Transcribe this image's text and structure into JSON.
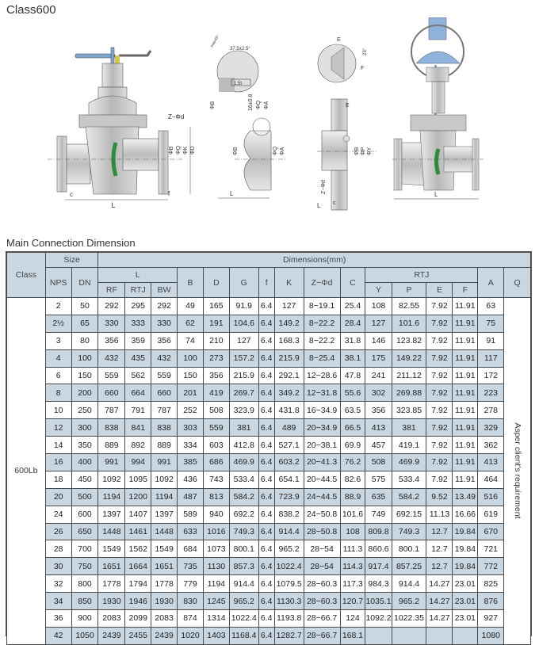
{
  "page": {
    "title": "Class600",
    "section_title": "Main Connection Dimension"
  },
  "drawing": {
    "labels": {
      "zphid": "Z−Φd",
      "L": "L",
      "c": "c",
      "f": "f",
      "phiB": "ΦB",
      "phiQ": "ΦQ",
      "phiK": "ΦK",
      "phiD": "ΦD",
      "phiA": "ΦA",
      "angle1": "37.5±2.5°",
      "angle2": "max45°",
      "tol": "16±0.8",
      "sizeBox": "1.5t",
      "E": "E",
      "F": "F",
      "angle3": "23°",
      "phiP": "ΦP",
      "phiY": "ΦY"
    }
  },
  "table": {
    "header": {
      "class": "Class",
      "size": "Size",
      "dimensions": "Dimensions(mm)",
      "nps": "NPS",
      "dn": "DN",
      "L": "L",
      "rf": "RF",
      "rtj_l": "RTJ",
      "bw": "BW",
      "B": "B",
      "D": "D",
      "G": "G",
      "f": "f",
      "K": "K",
      "zphid": "Z−Φd",
      "C": "C",
      "rtj": "RTJ",
      "Y": "Y",
      "P": "P",
      "E": "E",
      "F": "F",
      "A": "A",
      "Q": "Q"
    },
    "class_value": "600Lb",
    "q_value": "Asper client's requirement",
    "columns": [
      "NPS",
      "DN",
      "RF",
      "RTJ",
      "BW",
      "B",
      "D",
      "G",
      "f",
      "K",
      "Z-Φd",
      "C",
      "Y",
      "P",
      "E",
      "F",
      "A"
    ],
    "rows": [
      [
        "2",
        "50",
        "292",
        "295",
        "292",
        "49",
        "165",
        "91.9",
        "6.4",
        "127",
        "8−19.1",
        "25.4",
        "108",
        "82.55",
        "7.92",
        "11.91",
        "63"
      ],
      [
        "2½",
        "65",
        "330",
        "333",
        "330",
        "62",
        "191",
        "104.6",
        "6.4",
        "149.2",
        "8−22.2",
        "28.4",
        "127",
        "101.6",
        "7.92",
        "11.91",
        "75"
      ],
      [
        "3",
        "80",
        "356",
        "359",
        "356",
        "74",
        "210",
        "127",
        "6.4",
        "168.3",
        "8−22.2",
        "31.8",
        "146",
        "123.82",
        "7.92",
        "11.91",
        "91"
      ],
      [
        "4",
        "100",
        "432",
        "435",
        "432",
        "100",
        "273",
        "157.2",
        "6.4",
        "215.9",
        "8−25.4",
        "38.1",
        "175",
        "149.22",
        "7.92",
        "11.91",
        "117"
      ],
      [
        "6",
        "150",
        "559",
        "562",
        "559",
        "150",
        "356",
        "215.9",
        "6.4",
        "292.1",
        "12−28.6",
        "47.8",
        "241",
        "211.12",
        "7.92",
        "11.91",
        "172"
      ],
      [
        "8",
        "200",
        "660",
        "664",
        "660",
        "201",
        "419",
        "269.7",
        "6.4",
        "349.2",
        "12−31.8",
        "55.6",
        "302",
        "269.88",
        "7.92",
        "11.91",
        "223"
      ],
      [
        "10",
        "250",
        "787",
        "791",
        "787",
        "252",
        "508",
        "323.9",
        "6.4",
        "431.8",
        "16−34.9",
        "63.5",
        "356",
        "323.85",
        "7.92",
        "11.91",
        "278"
      ],
      [
        "12",
        "300",
        "838",
        "841",
        "838",
        "303",
        "559",
        "381",
        "6.4",
        "489",
        "20−34.9",
        "66.5",
        "413",
        "381",
        "7.92",
        "11.91",
        "329"
      ],
      [
        "14",
        "350",
        "889",
        "892",
        "889",
        "334",
        "603",
        "412.8",
        "6.4",
        "527.1",
        "20−38.1",
        "69.9",
        "457",
        "419.1",
        "7.92",
        "11.91",
        "362"
      ],
      [
        "16",
        "400",
        "991",
        "994",
        "991",
        "385",
        "686",
        "469.9",
        "6.4",
        "603.2",
        "20−41.3",
        "76.2",
        "508",
        "469.9",
        "7.92",
        "11.91",
        "413"
      ],
      [
        "18",
        "450",
        "1092",
        "1095",
        "1092",
        "436",
        "743",
        "533.4",
        "6.4",
        "654.1",
        "20−44.5",
        "82.6",
        "575",
        "533.4",
        "7.92",
        "11.91",
        "464"
      ],
      [
        "20",
        "500",
        "1194",
        "1200",
        "1194",
        "487",
        "813",
        "584.2",
        "6.4",
        "723.9",
        "24−44.5",
        "88.9",
        "635",
        "584.2",
        "9.52",
        "13.49",
        "516"
      ],
      [
        "24",
        "600",
        "1397",
        "1407",
        "1397",
        "589",
        "940",
        "692.2",
        "6.4",
        "838.2",
        "24−50.8",
        "101.6",
        "749",
        "692.15",
        "11.13",
        "16.66",
        "619"
      ],
      [
        "26",
        "650",
        "1448",
        "1461",
        "1448",
        "633",
        "1016",
        "749.3",
        "6.4",
        "914.4",
        "28−50.8",
        "108",
        "809.8",
        "749.3",
        "12.7",
        "19.84",
        "670"
      ],
      [
        "28",
        "700",
        "1549",
        "1562",
        "1549",
        "684",
        "1073",
        "800.1",
        "6.4",
        "965.2",
        "28−54",
        "111.3",
        "860.6",
        "800.1",
        "12.7",
        "19.84",
        "721"
      ],
      [
        "30",
        "750",
        "1651",
        "1664",
        "1651",
        "735",
        "1130",
        "857.3",
        "6.4",
        "1022.4",
        "28−54",
        "114.3",
        "917.4",
        "857.25",
        "12.7",
        "19.84",
        "772"
      ],
      [
        "32",
        "800",
        "1778",
        "1794",
        "1778",
        "779",
        "1194",
        "914.4",
        "6.4",
        "1079.5",
        "28−60.3",
        "117.3",
        "984.3",
        "914.4",
        "14.27",
        "23.01",
        "825"
      ],
      [
        "34",
        "850",
        "1930",
        "1946",
        "1930",
        "830",
        "1245",
        "965.2",
        "6.4",
        "1130.3",
        "28−60.3",
        "120.7",
        "1035.1",
        "965.2",
        "14.27",
        "23.01",
        "876"
      ],
      [
        "36",
        "900",
        "2083",
        "2099",
        "2083",
        "874",
        "1314",
        "1022.4",
        "6.4",
        "1193.8",
        "28−66.7",
        "124",
        "1092.2",
        "1022.35",
        "14.27",
        "23.01",
        "927"
      ],
      [
        "42",
        "1050",
        "2439",
        "2455",
        "2439",
        "1020",
        "1403",
        "1168.4",
        "6.4",
        "1282.7",
        "28−66.7",
        "168.1",
        "",
        "",
        "",
        "",
        "1080"
      ]
    ]
  },
  "colors": {
    "header_bg": "#c9d7e3",
    "stripe_bg": "#c9d7e3",
    "border": "#4a4a4a",
    "valve_body": "#d4d4d4",
    "stem": "#7ea6cf",
    "seat": "#2e8b3a",
    "gearbox": "#8fb3dc"
  }
}
